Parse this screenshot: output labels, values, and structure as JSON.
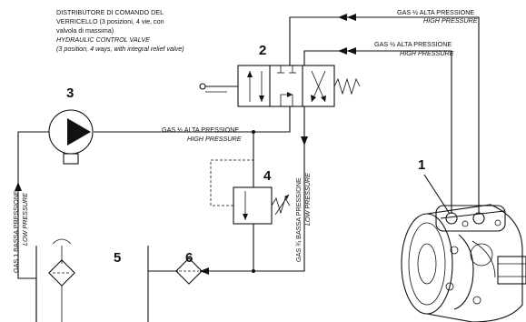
{
  "control_valve": {
    "title_it_1": "DISTRIBUTORE DI COMANDO DEL",
    "title_it_2": "VERRICELLO (3 posizioni, 4 vie, con",
    "title_it_3": "valvola di massima)",
    "title_en_1": "HYDRAULIC CONTROL VALVE",
    "title_en_2": "(3 position, 4 ways, with integral relief valve)",
    "number": "2"
  },
  "components": {
    "motor_number": "1",
    "pump_number": "3",
    "relief_number": "4",
    "tank_number": "5",
    "filter_number": "6"
  },
  "lines": {
    "top_line_1_it": "GAS ½ ALTA PRESSIONE",
    "top_line_1_en": "HIGH PRESSURE",
    "top_line_2_it": "GAS ½ ALTA PRESSIONE",
    "top_line_2_en": "HIGH PRESSURE",
    "pump_line_it": "GAS ½ ALTA PRESSIONE",
    "pump_line_en": "HIGH PRESSURE",
    "return_line_it": "GAS ¾ BASSA PRESSIONE",
    "return_line_en": "LOW PRESSURE",
    "suction_line_it": "GAS 1 BASSA PRESSIONE",
    "suction_line_en": "LOW PRESSURE"
  }
}
